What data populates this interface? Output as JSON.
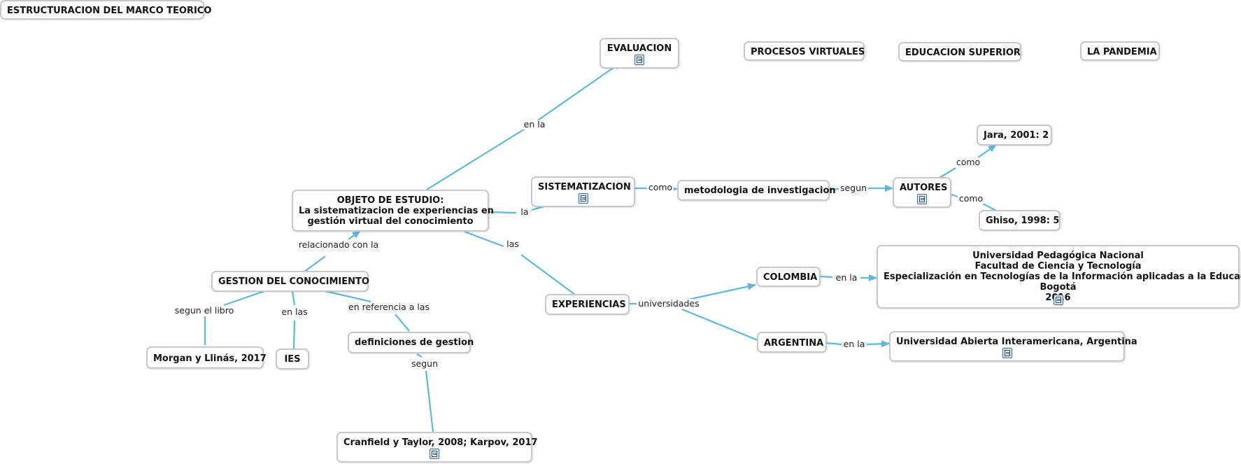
{
  "colors": {
    "link": "#5ab8e2",
    "border": "#c8c8c8"
  },
  "nodes": {
    "title": "ESTRUCTURACION DEL MARCO TEORICO",
    "evaluacion": "EVALUACION",
    "procesos": "PROCESOS VIRTUALES",
    "educacion": "EDUCACION SUPERIOR",
    "pandemia": "LA PANDEMIA",
    "objeto": [
      "OBJETO DE ESTUDIO:",
      "La sistematizacion de experiencias en",
      "gestión virtual del conocimiento"
    ],
    "sistematizacion": "SISTEMATIZACION",
    "metodologia": "metodologia de investigacion",
    "autores": "AUTORES",
    "jara": "Jara, 2001: 2",
    "ghiso": "Ghiso, 1998: 5",
    "gestion": "GESTION DEL CONOCIMIENTO",
    "morgan": "Morgan y Llinás, 2017",
    "ies": "IES",
    "definiciones": "definiciones de gestion",
    "cranfield": "Cranfield y Taylor, 2008; Karpov, 2017",
    "experiencias": "EXPERIENCIAS",
    "colombia": "COLOMBIA",
    "argentina": "ARGENTINA",
    "upn": [
      "Universidad Pedagógica Nacional",
      "Facultad de Ciencia y Tecnología",
      "Especialización en Tecnologías de la Información aplicadas a la Educación",
      "Bogotá",
      "2016"
    ],
    "uai": "Universidad Abierta Interamericana, Argentina"
  },
  "links": {
    "en_la_eval": "en la",
    "la": "la",
    "las": "las",
    "relacionado": "relacionado con la",
    "como1": "como",
    "segun": "segun",
    "como_jara": "como",
    "como_ghiso": "como",
    "segun_libro": "segun el libro",
    "en_las": "en las",
    "en_ref": "en referencia a las",
    "segun_def": "segun",
    "universidades": "universidades",
    "en_la_col": "en la",
    "en_la_arg": "en la"
  }
}
